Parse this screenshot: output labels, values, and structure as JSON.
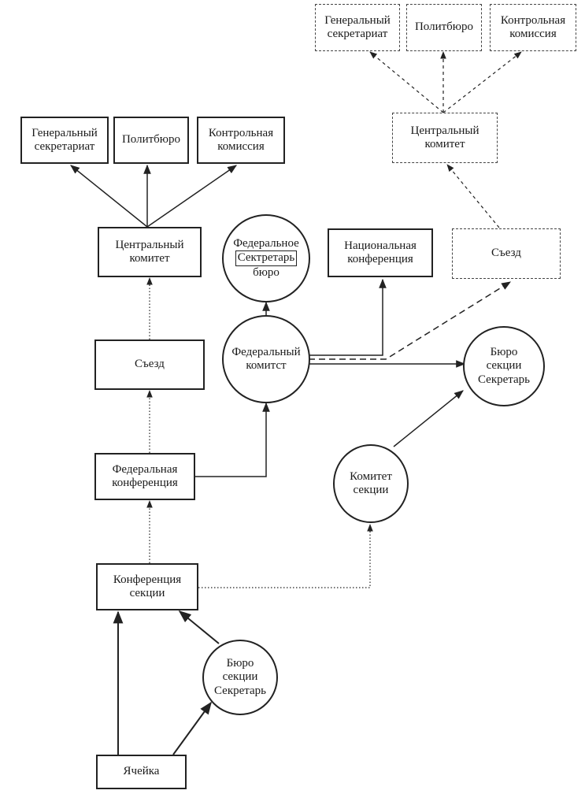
{
  "nodes": {
    "cell": "Ячейка",
    "section_bureau_bottom": "Бюро\nсекции\nСекретарь",
    "section_conference": "Конференция\nсекции",
    "federal_conference": "Федеральная\nконференция",
    "congress_left": "Съезд",
    "central_committee_left": "Центральный\nкомитет",
    "gen_secretariat_left": "Генеральный\nсекретариат",
    "politburo_left": "Политбюро",
    "control_commission_left": "Контрольная\nкомиссия",
    "federal_bureau_top": "Федеральное",
    "federal_bureau_secretary": "Сектретарь",
    "federal_bureau_bottom": "бюро",
    "federal_committee": "Федеральный\nкомитст",
    "national_conference": "Национальная\nконференция",
    "congress_right": "Съезд",
    "central_committee_right": "Центральный\nкомитет",
    "gen_secretariat_right": "Генеральный\nсекретариат",
    "politburo_right": "Политбюро",
    "control_commission_right": "Контрольная\nкомиссия",
    "section_committee": "Комитет\nсекции",
    "section_bureau_right": "Бюро\nсекции\nСекретарь"
  }
}
